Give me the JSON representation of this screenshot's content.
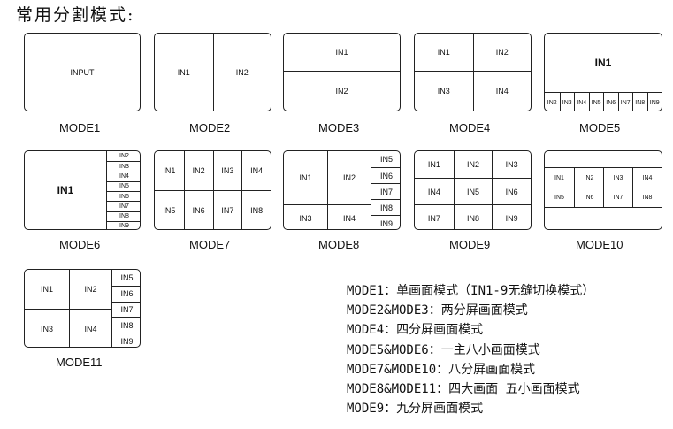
{
  "title": "常用分割模式:",
  "modes": {
    "m1": {
      "label": "MODE1",
      "cells": [
        "INPUT"
      ]
    },
    "m2": {
      "label": "MODE2",
      "cells": [
        "IN1",
        "IN2"
      ]
    },
    "m3": {
      "label": "MODE3",
      "cells": [
        "IN1",
        "IN2"
      ]
    },
    "m4": {
      "label": "MODE4",
      "cells": [
        "IN1",
        "IN2",
        "IN3",
        "IN4"
      ]
    },
    "m5": {
      "label": "MODE5",
      "cells": [
        "IN1",
        "IN2",
        "IN3",
        "IN4",
        "IN5",
        "IN6",
        "IN7",
        "IN8",
        "IN9"
      ]
    },
    "m6": {
      "label": "MODE6",
      "cells": [
        "IN1",
        "IN2",
        "IN3",
        "IN4",
        "IN5",
        "IN6",
        "IN7",
        "IN8",
        "IN9"
      ]
    },
    "m7": {
      "label": "MODE7",
      "cells": [
        "IN1",
        "IN2",
        "IN3",
        "IN4",
        "IN5",
        "IN6",
        "IN7",
        "IN8"
      ]
    },
    "m8": {
      "label": "MODE8",
      "cells": [
        "IN1",
        "IN2",
        "IN3",
        "IN4",
        "IN5",
        "IN6",
        "IN7",
        "IN8",
        "IN9"
      ]
    },
    "m9": {
      "label": "MODE9",
      "cells": [
        "IN1",
        "IN2",
        "IN3",
        "IN4",
        "IN5",
        "IN6",
        "IN7",
        "IN8",
        "IN9"
      ]
    },
    "m10": {
      "label": "MODE10",
      "cells": [
        "IN1",
        "IN2",
        "IN3",
        "IN4",
        "IN5",
        "IN6",
        "IN7",
        "IN8"
      ]
    },
    "m11": {
      "label": "MODE11",
      "cells": [
        "IN1",
        "IN2",
        "IN3",
        "IN4",
        "IN5",
        "IN6",
        "IN7",
        "IN8",
        "IN9"
      ]
    }
  },
  "legend": [
    "MODE1：单画面模式（IN1-9无缝切换模式）",
    "MODE2&MODE3：两分屏画面模式",
    "MODE4：四分屏画面模式",
    "MODE5&MODE6：一主八小画面模式",
    "MODE7&MODE10：八分屏画面模式",
    "MODE8&MODE11：四大画面 五小画面模式",
    "MODE9：九分屏画面模式"
  ]
}
